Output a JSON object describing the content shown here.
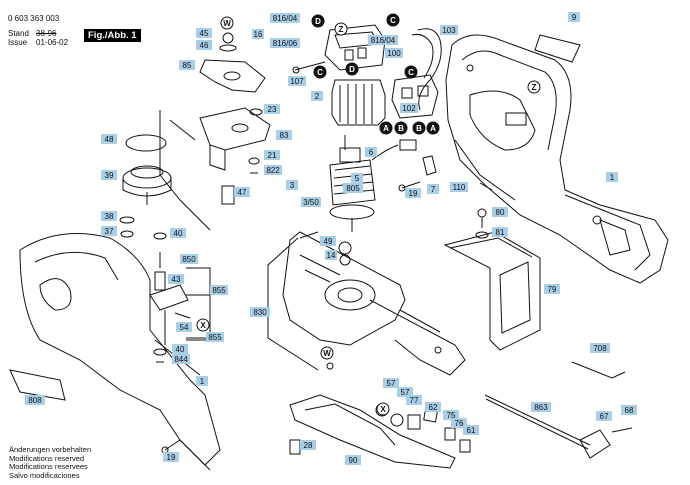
{
  "header": {
    "part_number": "0 603 363 003",
    "stand_label": "Stand",
    "stand_value": "38-96",
    "issue_label": "Issue",
    "issue_value": "01-06-02",
    "figure_label": "Fig./Abb. 1"
  },
  "notes": [
    "Änderungen vorbehalten",
    "Modifications reserved",
    "Modifications reservees",
    "Salvo modificaciones"
  ],
  "part_labels": {
    "p1a": "1",
    "p1b": "1",
    "p2": "2",
    "p3": "3",
    "p3_50": "3/50",
    "p5": "5",
    "p6": "6",
    "p7": "7",
    "p9": "9",
    "p14": "14",
    "p16": "16",
    "p19a": "19",
    "p19b": "19",
    "p21": "21",
    "p23": "23",
    "p28": "28",
    "p37": "37",
    "p38": "38",
    "p39": "39",
    "p40a": "40",
    "p40b": "40",
    "p43": "43",
    "p45": "45",
    "p46": "46",
    "p47": "47",
    "p48": "48",
    "p49": "49",
    "p54": "54",
    "p57a": "57",
    "p57b": "57",
    "p61": "61",
    "p62": "62",
    "p67": "67",
    "p68": "68",
    "p75": "75",
    "p76": "76",
    "p77": "77",
    "p79": "79",
    "p80": "80",
    "p81": "81",
    "p83": "83",
    "p85": "85",
    "p90": "90",
    "p100": "100",
    "p102": "102",
    "p103": "103",
    "p107": "107",
    "p110": "110",
    "p708": "708",
    "p805": "805",
    "p808": "808",
    "p816_04a": "816/04",
    "p816_04b": "816/04",
    "p816_06": "816/06",
    "p822": "822",
    "p830": "830",
    "p844": "844",
    "p850": "850",
    "p855a": "855",
    "p855b": "855",
    "p863": "863"
  },
  "markers": {
    "D": "D",
    "Z": "Z",
    "C": "C",
    "W": "W",
    "X": "X",
    "A": "A",
    "B": "B"
  },
  "colors": {
    "label_bg": "#a9cfe8",
    "ink": "#111111",
    "marker_bg": "#111111"
  }
}
